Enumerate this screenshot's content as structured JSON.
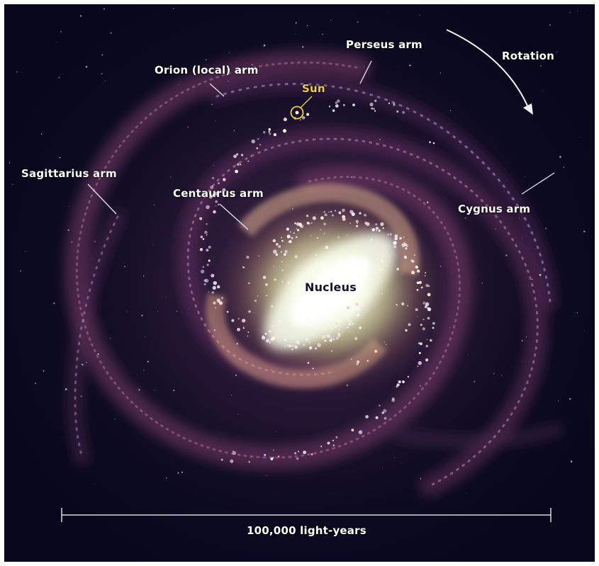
{
  "labels": {
    "perseus_arm": "Perseus arm",
    "rotation": "Rotation",
    "orion_arm": "Orion (local) arm",
    "sun": "Sun",
    "sagittarius_arm": "Sagittarius arm",
    "centaurus_arm": "Centaurus arm",
    "cygnus_arm": "Cygnus arm",
    "nucleus": "Nucleus",
    "scale_bar": "100,000 light-years"
  },
  "colors": {
    "background": "#0b0a1c",
    "label_text": "#ffffff",
    "sun_label": "#f4d03a",
    "nucleus_label": "#141430",
    "arm_glow": "#7a3a6a",
    "star_cluster": "#ffe2f0"
  }
}
